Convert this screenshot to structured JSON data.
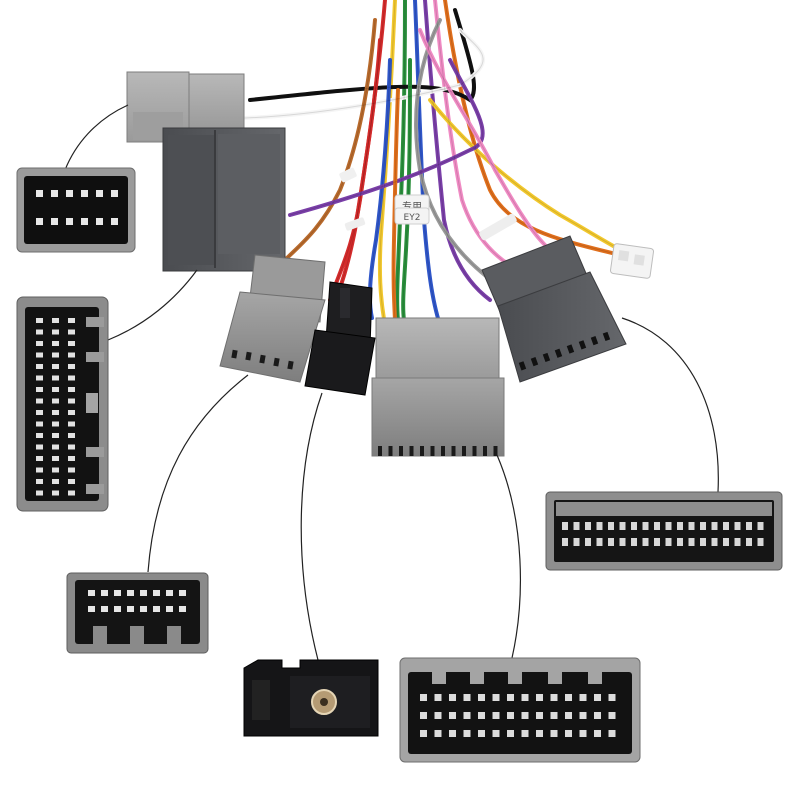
{
  "image": {
    "subject": "car-stereo-wiring-harness",
    "background_color": "#ffffff",
    "connector_color_gray": "#8f8f8f",
    "connector_color_dark": "#55575a",
    "connector_color_black": "#1c1c1e",
    "pin_color": "#0d0d0d",
    "callout_line_color": "#222222",
    "wire_colors": [
      "#d42b2b",
      "#f2c82e",
      "#2a8f3c",
      "#2f56c9",
      "#7a3fa8",
      "#f08bc4",
      "#e06f1c",
      "#111111",
      "#f5f5f5",
      "#9a9a9a",
      "#b86a2c"
    ]
  },
  "label_tags": {
    "tag_1": "专用",
    "tag_2": "EY2"
  }
}
